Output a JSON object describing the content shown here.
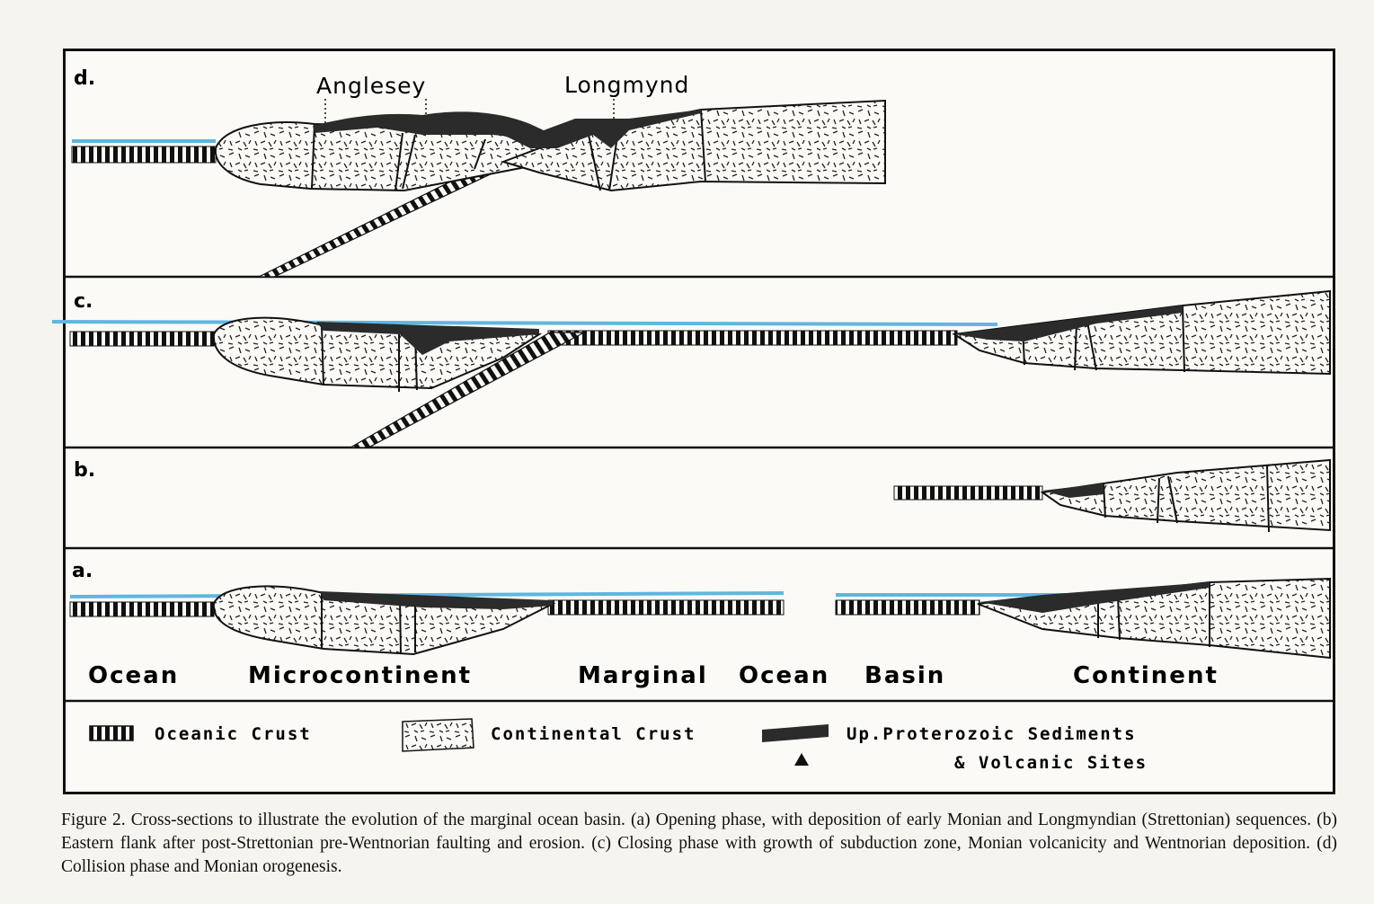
{
  "panels": [
    {
      "letter": "d.",
      "labels": [
        "Anglesey",
        "Longmynd"
      ]
    },
    {
      "letter": "c.",
      "labels": []
    },
    {
      "letter": "b.",
      "labels": []
    },
    {
      "letter": "a.",
      "labels": []
    }
  ],
  "regions": [
    "Ocean",
    "Microcontinent",
    "Marginal",
    "Ocean",
    "Basin",
    "Continent"
  ],
  "legend": {
    "oceanic": "Oceanic  Crust",
    "continental": "Continental  Crust",
    "sediments": "Up.Proterozoic  Sediments",
    "volcanic": "&   Volcanic  Sites"
  },
  "caption": "Figure 2. Cross-sections to illustrate the evolution of the marginal ocean basin. (a) Opening phase, with deposition of early Monian and Longmyndian (Strettonian) sequences. (b) Eastern flank after post-Strettonian pre-Wentnorian faulting and erosion. (c) Closing phase with growth of subduction zone, Monian volcanicity and Wentnorian deposition. (d) Collision phase and Monian orogenesis.",
  "colors": {
    "water": "#5fb6e0",
    "sediment": "#2b2b2b",
    "ink": "#111111"
  }
}
